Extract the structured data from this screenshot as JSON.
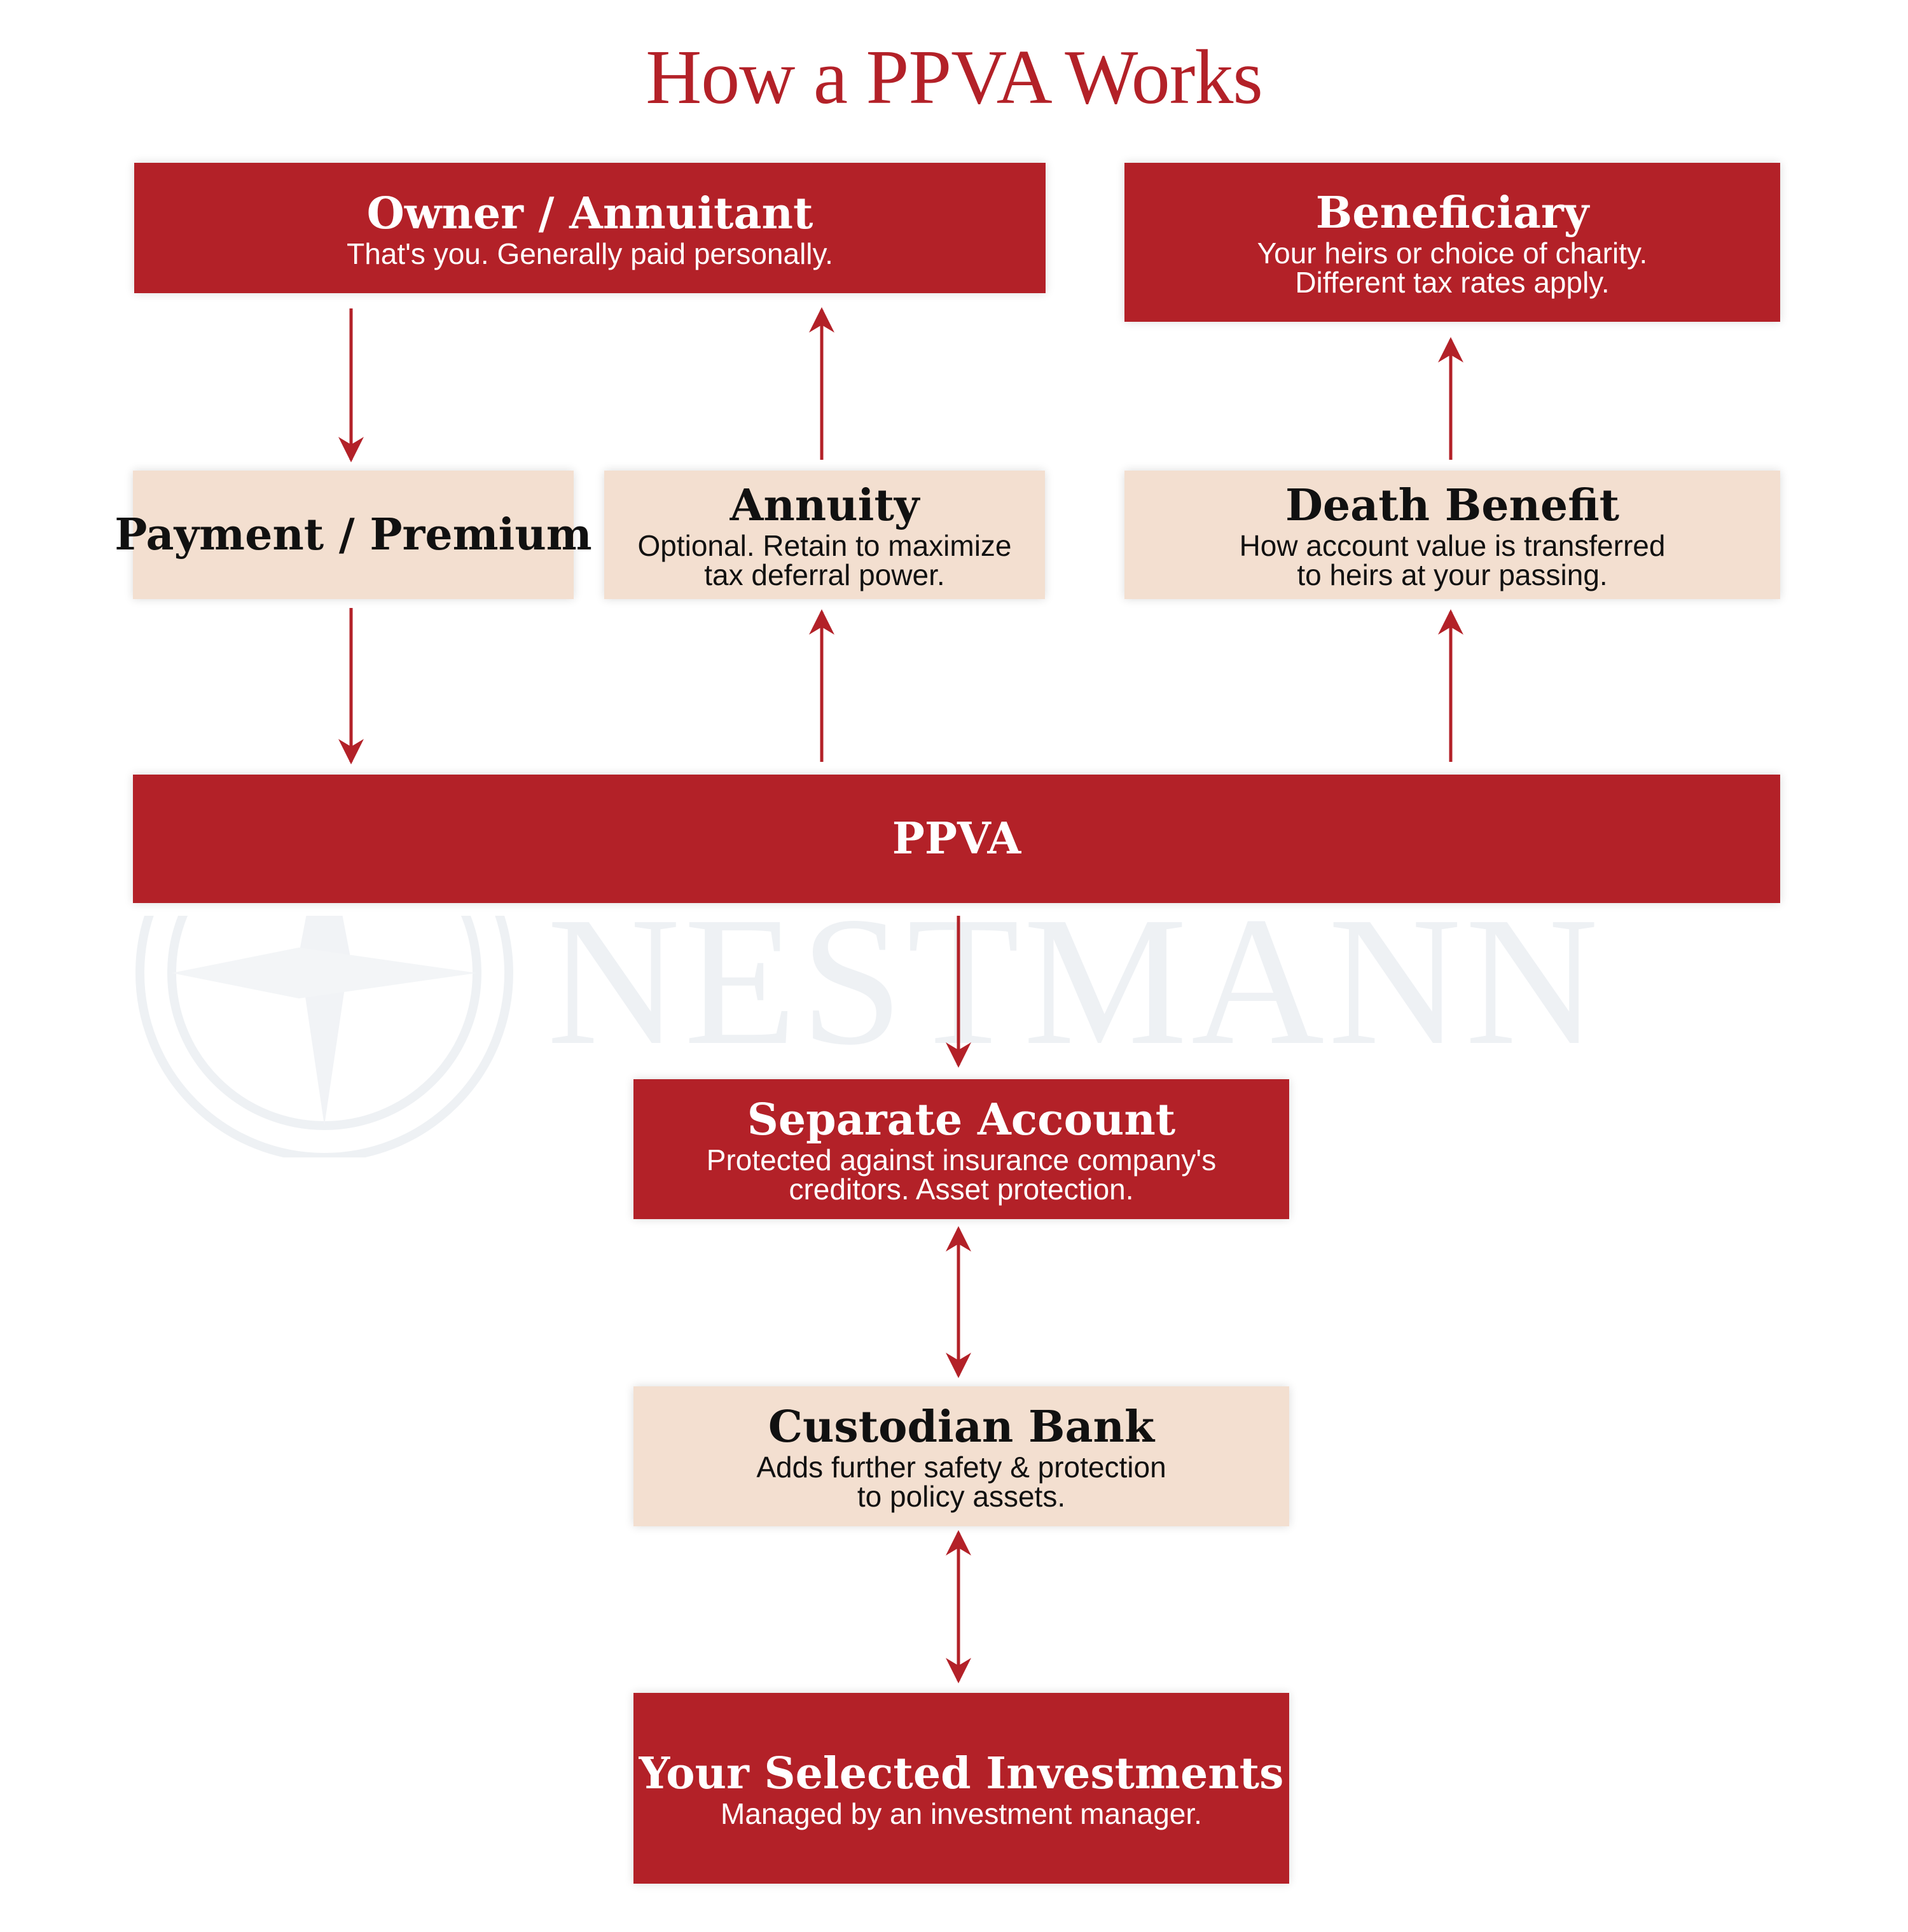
{
  "title": "How a PPVA Works",
  "colors": {
    "primary_red": "#b32128",
    "light_beige": "#f3dfd0",
    "watermark": "#eef1f4"
  },
  "watermark": {
    "text": "NESTMANN",
    "icon": "compass-logo-icon"
  },
  "nodes": {
    "owner": {
      "heading": "Owner / Annuitant",
      "lines": [
        "That's you. Generally paid personally."
      ]
    },
    "beneficiary": {
      "heading": "Beneficiary",
      "lines": [
        "Your heirs or choice of charity.",
        "Different tax rates apply."
      ]
    },
    "payment": {
      "heading": "Payment / Premium"
    },
    "annuity": {
      "heading": "Annuity",
      "lines": [
        "Optional. Retain to maximize",
        "tax deferral power."
      ]
    },
    "death_benefit": {
      "heading": "Death Benefit",
      "lines": [
        "How account value is transferred",
        "to heirs at your passing."
      ]
    },
    "ppva": {
      "heading": "PPVA"
    },
    "separate_account": {
      "heading": "Separate Account",
      "lines": [
        "Protected against insurance company's",
        "creditors. Asset protection."
      ]
    },
    "custodian": {
      "heading": "Custodian Bank",
      "lines": [
        "Adds further safety & protection",
        "to policy assets."
      ]
    },
    "investments": {
      "heading": "Your Selected Investments",
      "lines": [
        "Managed by an investment manager."
      ]
    }
  },
  "edges": [
    {
      "from": "owner",
      "to": "payment",
      "direction": "down"
    },
    {
      "from": "payment",
      "to": "ppva",
      "direction": "down"
    },
    {
      "from": "ppva",
      "to": "annuity",
      "direction": "up"
    },
    {
      "from": "annuity",
      "to": "owner",
      "direction": "up"
    },
    {
      "from": "ppva",
      "to": "death_benefit",
      "direction": "up"
    },
    {
      "from": "death_benefit",
      "to": "beneficiary",
      "direction": "up"
    },
    {
      "from": "ppva",
      "to": "separate_account",
      "direction": "down"
    },
    {
      "from": "separate_account",
      "to": "custodian",
      "direction": "both"
    },
    {
      "from": "custodian",
      "to": "investments",
      "direction": "both"
    }
  ]
}
